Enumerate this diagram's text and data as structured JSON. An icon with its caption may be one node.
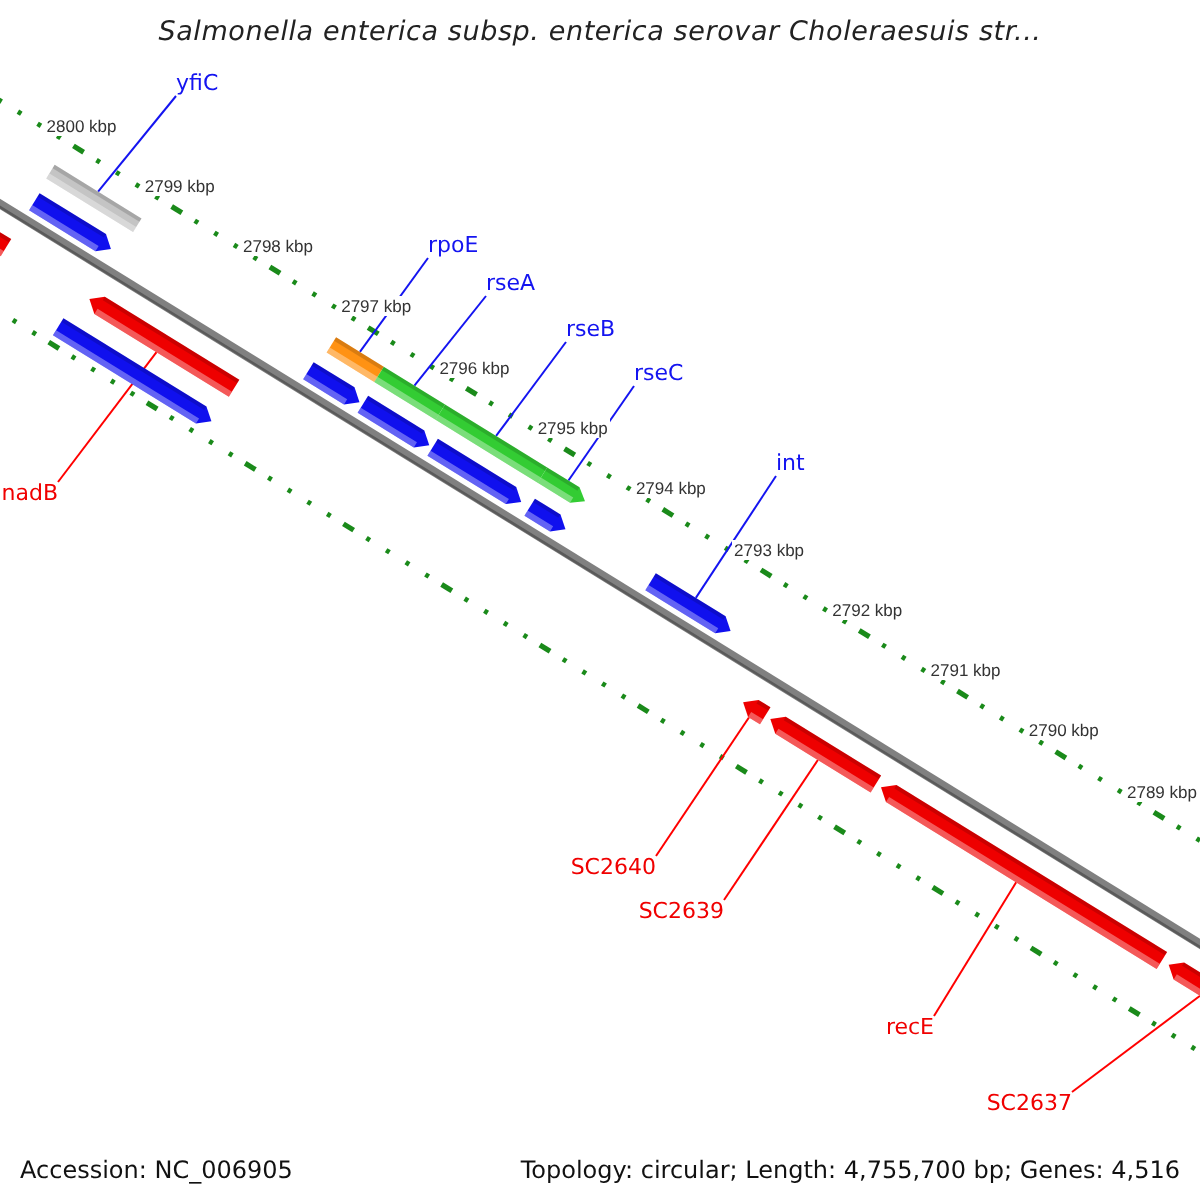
{
  "diagram": {
    "title": "Salmonella enterica subsp. enterica serovar Choleraesuis str...",
    "nodes": [
      {
        "text": [
          "yfiC"
        ]
      },
      {
        "text": [
          "rpoE"
        ]
      },
      {
        "text": [
          "rseA"
        ]
      },
      {
        "text": [
          "rseB"
        ]
      },
      {
        "text": [
          "rseC"
        ]
      },
      {
        "text": [
          "int"
        ]
      },
      {
        "text": [
          "nadB"
        ]
      },
      {
        "text": [
          "SC2640"
        ]
      },
      {
        "text": [
          "SC2639"
        ]
      },
      {
        "text": [
          "recE"
        ]
      },
      {
        "text": [
          "SC2637"
        ]
      },
      {
        "text": [],
        "shape": "bar"
      },
      {
        "text": [],
        "shape": "bar"
      },
      {
        "text": [],
        "shape": "bar"
      },
      {
        "text": [],
        "shape": "bar"
      },
      {
        "text": [],
        "shape": "bar"
      },
      {
        "text": [],
        "shape": "bar"
      },
      {
        "text": [],
        "shape": "bar"
      },
      {
        "text": [],
        "shape": "bar"
      },
      {
        "text": [],
        "shape": "bar"
      },
      {
        "text": [],
        "shape": "bar"
      },
      {
        "text": [],
        "shape": "bar"
      },
      {
        "text": [],
        "shape": "bar"
      },
      {
        "text": [],
        "shape": "bar"
      },
      {
        "text": [],
        "shape": "bar"
      },
      {
        "text": [],
        "shape": "bar"
      },
      {
        "text": [],
        "shape": "bar"
      },
      {
        "text": [],
        "shape": "bar"
      },
      {
        "text": [],
        "shape": "bar"
      }
    ],
    "edges": [
      {
        "from": 0,
        "to": 11,
        "arrow": "none"
      },
      {
        "from": 1,
        "to": 12,
        "arrow": "none"
      },
      {
        "from": 2,
        "to": 13,
        "arrow": "none"
      },
      {
        "from": 3,
        "to": 14,
        "arrow": "none"
      },
      {
        "from": 4,
        "to": 15,
        "arrow": "none"
      },
      {
        "from": 5,
        "to": 16,
        "arrow": "none"
      },
      {
        "from": 6,
        "to": 17,
        "arrow": "none",
        "color": "#ff0000"
      },
      {
        "from": 7,
        "to": 18,
        "arrow": "none",
        "color": "#ff0000"
      },
      {
        "from": 8,
        "to": 19,
        "arrow": "none",
        "color": "#ff0000"
      },
      {
        "from": 9,
        "to": 20,
        "arrow": "none",
        "color": "#ff0000"
      },
      {
        "from": 10,
        "to": 21,
        "arrow": "none",
        "color": "#ff0000"
      }
    ],
    "labels": [
      "2800 kbp",
      "2799 kbp",
      "2798 kbp",
      "2797 kbp",
      "2796 kbp",
      "2795 kbp",
      "2794 kbp",
      "2793 kbp",
      "2792 kbp",
      "2791 kbp",
      "2790 kbp",
      "2789 kbp",
      "Accession: NC_006905",
      "Topology: circular; Length: 4,755,700 bp; Genes: 4,516"
    ]
  }
}
